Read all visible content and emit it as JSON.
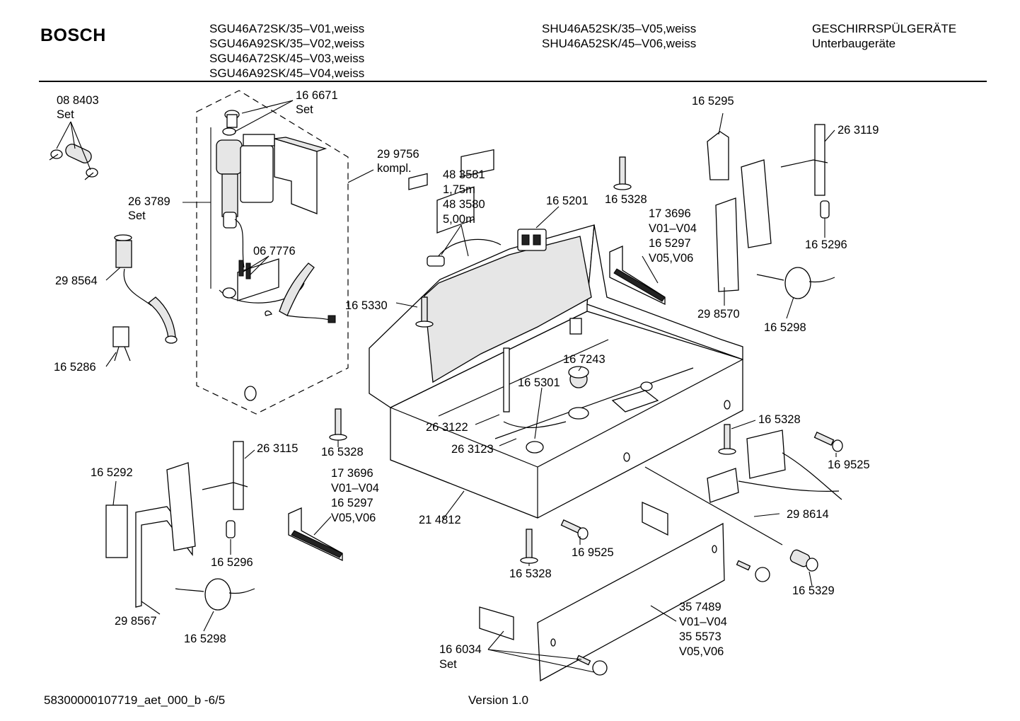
{
  "header": {
    "brand": "BOSCH",
    "models_col1": [
      "SGU46A72SK/35–V01,weiss",
      "SGU46A92SK/35–V02,weiss",
      "SGU46A72SK/45–V03,weiss",
      "SGU46A92SK/45–V04,weiss"
    ],
    "models_col2": [
      "SHU46A52SK/35–V05,weiss",
      "SHU46A52SK/45–V06,weiss"
    ],
    "category": [
      "GESCHIRRSPÜLGERÄTE",
      "Unterbaugeräte"
    ]
  },
  "labels": [
    {
      "id": "lbl-088403",
      "lines": [
        "08 8403",
        "Set"
      ]
    },
    {
      "id": "lbl-166671",
      "lines": [
        "16 6671",
        "Set"
      ]
    },
    {
      "id": "lbl-299756",
      "lines": [
        "29 9756",
        "kompl."
      ]
    },
    {
      "id": "lbl-263789",
      "lines": [
        "26 3789",
        "Set"
      ]
    },
    {
      "id": "lbl-298564",
      "lines": [
        "29 8564"
      ]
    },
    {
      "id": "lbl-067776",
      "lines": [
        "06 7776"
      ]
    },
    {
      "id": "lbl-165286",
      "lines": [
        "16 5286"
      ]
    },
    {
      "id": "lbl-483581",
      "lines": [
        "48 3581",
        "1,75m",
        "48 3580",
        "5,00m"
      ]
    },
    {
      "id": "lbl-165201",
      "lines": [
        "16 5201"
      ]
    },
    {
      "id": "lbl-165328-a",
      "lines": [
        "16 5328"
      ]
    },
    {
      "id": "lbl-173696-a",
      "lines": [
        "17 3696",
        "V01–V04",
        "16 5297",
        "V05,V06"
      ]
    },
    {
      "id": "lbl-165295",
      "lines": [
        "16 5295"
      ]
    },
    {
      "id": "lbl-263119",
      "lines": [
        "26 3119"
      ]
    },
    {
      "id": "lbl-165296-a",
      "lines": [
        "16 5296"
      ]
    },
    {
      "id": "lbl-298570",
      "lines": [
        "29 8570"
      ]
    },
    {
      "id": "lbl-165298-a",
      "lines": [
        "16 5298"
      ]
    },
    {
      "id": "lbl-165330",
      "lines": [
        "16 5330"
      ]
    },
    {
      "id": "lbl-167243",
      "lines": [
        "16 7243"
      ]
    },
    {
      "id": "lbl-165301",
      "lines": [
        "16 5301"
      ]
    },
    {
      "id": "lbl-263122",
      "lines": [
        "26 3122"
      ]
    },
    {
      "id": "lbl-263123",
      "lines": [
        "26 3123"
      ]
    },
    {
      "id": "lbl-165328-b",
      "lines": [
        "16 5328"
      ]
    },
    {
      "id": "lbl-263115",
      "lines": [
        "26 3115"
      ]
    },
    {
      "id": "lbl-165292",
      "lines": [
        "16 5292"
      ]
    },
    {
      "id": "lbl-173696-b",
      "lines": [
        "17 3696",
        "V01–V04",
        "16 5297",
        "V05,V06"
      ]
    },
    {
      "id": "lbl-165296-b",
      "lines": [
        "16 5296"
      ]
    },
    {
      "id": "lbl-298567",
      "lines": [
        "29 8567"
      ]
    },
    {
      "id": "lbl-165298-b",
      "lines": [
        "16 5298"
      ]
    },
    {
      "id": "lbl-214812",
      "lines": [
        "21 4812"
      ]
    },
    {
      "id": "lbl-165328-c",
      "lines": [
        "16 5328"
      ]
    },
    {
      "id": "lbl-169525-a",
      "lines": [
        "16 9525"
      ]
    },
    {
      "id": "lbl-165328-d",
      "lines": [
        "16 5328"
      ]
    },
    {
      "id": "lbl-169525-b",
      "lines": [
        "16 9525"
      ]
    },
    {
      "id": "lbl-298614",
      "lines": [
        "29 8614"
      ]
    },
    {
      "id": "lbl-165329",
      "lines": [
        "16 5329"
      ]
    },
    {
      "id": "lbl-357489",
      "lines": [
        "35 7489",
        "V01–V04",
        "35 5573",
        "V05,V06"
      ]
    },
    {
      "id": "lbl-166034",
      "lines": [
        "16 6034",
        "Set"
      ]
    }
  ],
  "footer": {
    "doc_id": "58300000107719_aet_000_b   -6/5",
    "version": "Version 1.0"
  }
}
